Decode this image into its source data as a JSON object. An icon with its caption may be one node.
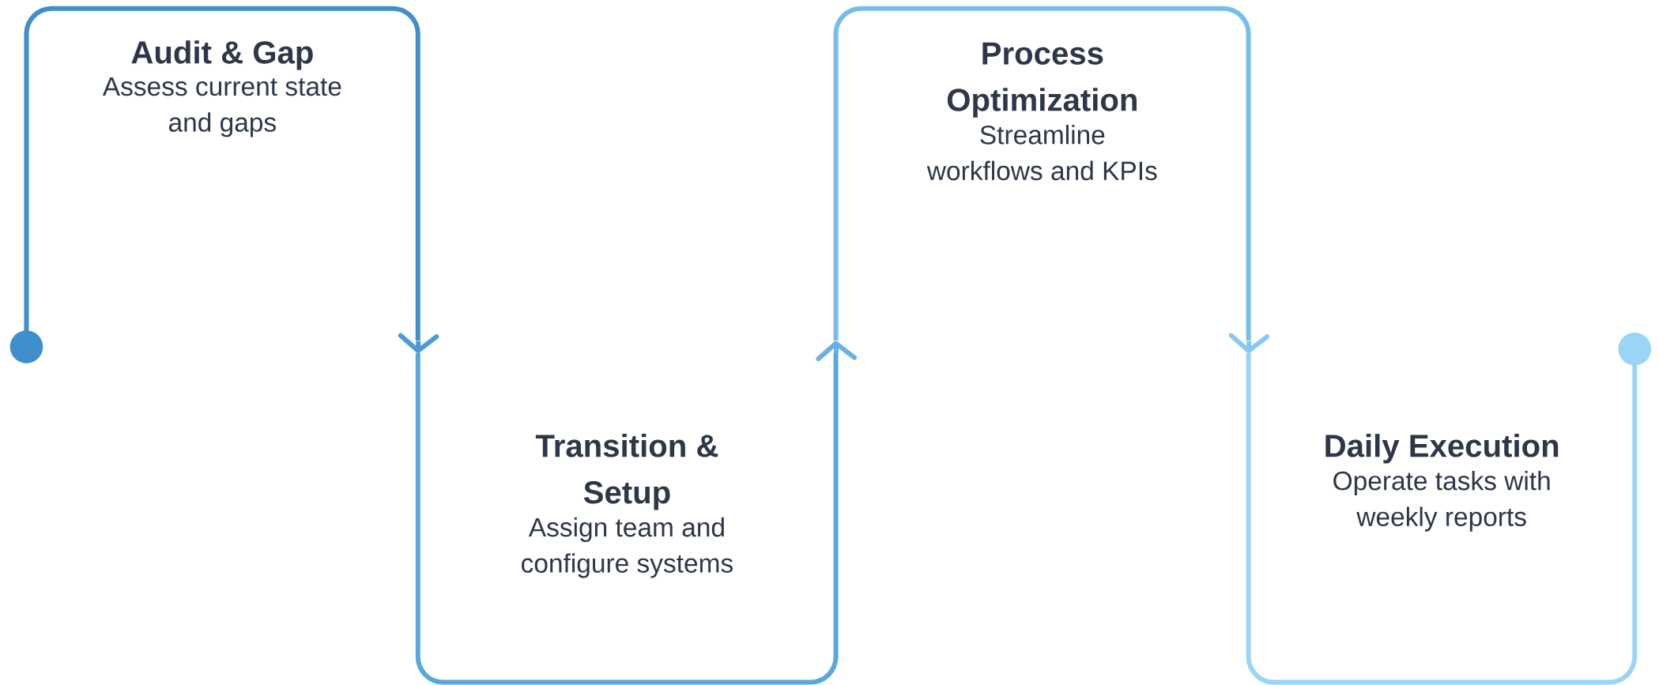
{
  "diagram": {
    "nodes": [
      {
        "text": [
          "Audit & Gap",
          "Assess current state and gaps"
        ]
      },
      {
        "text": [
          "Transition & Setup",
          "Assign team and configure systems"
        ]
      },
      {
        "text": [
          "Process Optimization",
          "Streamline workflows and KPIs"
        ]
      },
      {
        "text": [
          "Daily Execution",
          "Operate tasks with weekly reports"
        ]
      }
    ],
    "edges": [
      {
        "from": 0,
        "to": 1,
        "arrow": "to"
      },
      {
        "from": 1,
        "to": 2,
        "arrow": "to"
      },
      {
        "from": 2,
        "to": 3,
        "arrow": "to"
      }
    ]
  }
}
